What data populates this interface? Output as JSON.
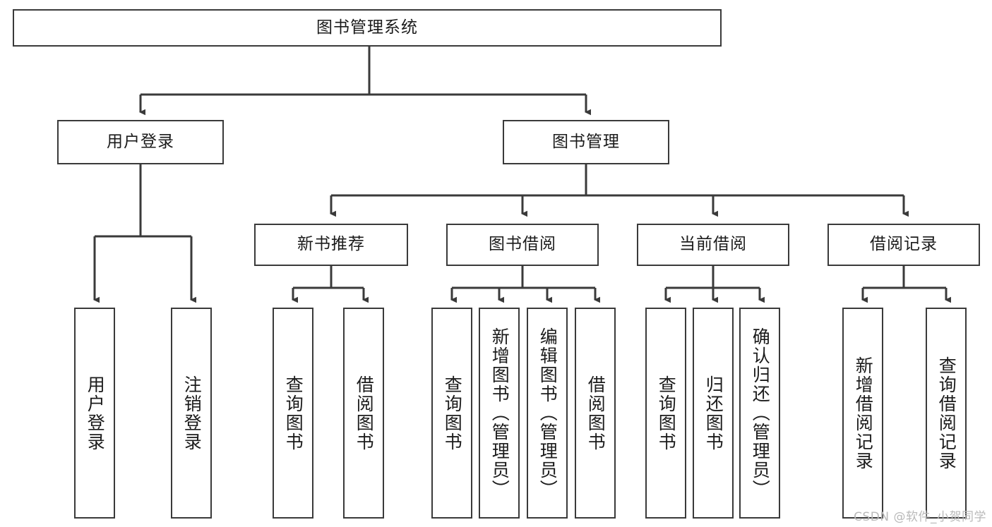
{
  "diagram": {
    "title": "图书管理系统",
    "type": "tree-hierarchy",
    "watermark": "CSDN @软件_小贺同学",
    "colors": {
      "box_border": "#3a3a3a",
      "box_fill": "#ffffff",
      "edge": "#3a3a3a",
      "text": "#1b1b1b",
      "watermark": "#b9b9b9",
      "background": "#ffffff"
    },
    "levels": {
      "root": {
        "label": "图书管理系统"
      },
      "level2": [
        {
          "id": "user-login",
          "label": "用户登录"
        },
        {
          "id": "book-manage",
          "label": "图书管理"
        }
      ],
      "level3": [
        {
          "id": "new-book-recommend",
          "label": "新书推荐",
          "parent": "book-manage"
        },
        {
          "id": "book-borrow",
          "label": "图书借阅",
          "parent": "book-manage"
        },
        {
          "id": "current-borrow",
          "label": "当前借阅",
          "parent": "book-manage"
        },
        {
          "id": "borrow-record",
          "label": "借阅记录",
          "parent": "book-manage"
        }
      ],
      "leaves": {
        "user-login": [
          {
            "id": "leaf-user-login",
            "label": "用户登录"
          },
          {
            "id": "leaf-logout-login",
            "label": "注销登录"
          }
        ],
        "new-book-recommend": [
          {
            "id": "leaf-query-book-1",
            "label": "查询图书"
          },
          {
            "id": "leaf-borrow-book-1",
            "label": "借阅图书"
          }
        ],
        "book-borrow": [
          {
            "id": "leaf-query-book-2",
            "label": "查询图书"
          },
          {
            "id": "leaf-add-book-admin",
            "label": "新增图书（管理员）"
          },
          {
            "id": "leaf-edit-book-admin",
            "label": "编辑图书（管理员）"
          },
          {
            "id": "leaf-borrow-book-2",
            "label": "借阅图书"
          }
        ],
        "current-borrow": [
          {
            "id": "leaf-query-book-3",
            "label": "查询图书"
          },
          {
            "id": "leaf-return-book",
            "label": "归还图书"
          },
          {
            "id": "leaf-confirm-return-admin",
            "label": "确认归还（管理员）"
          }
        ],
        "borrow-record": [
          {
            "id": "leaf-add-borrow-record",
            "label": "新增借阅记录"
          },
          {
            "id": "leaf-query-borrow-record",
            "label": "查询借阅记录"
          }
        ]
      }
    }
  }
}
